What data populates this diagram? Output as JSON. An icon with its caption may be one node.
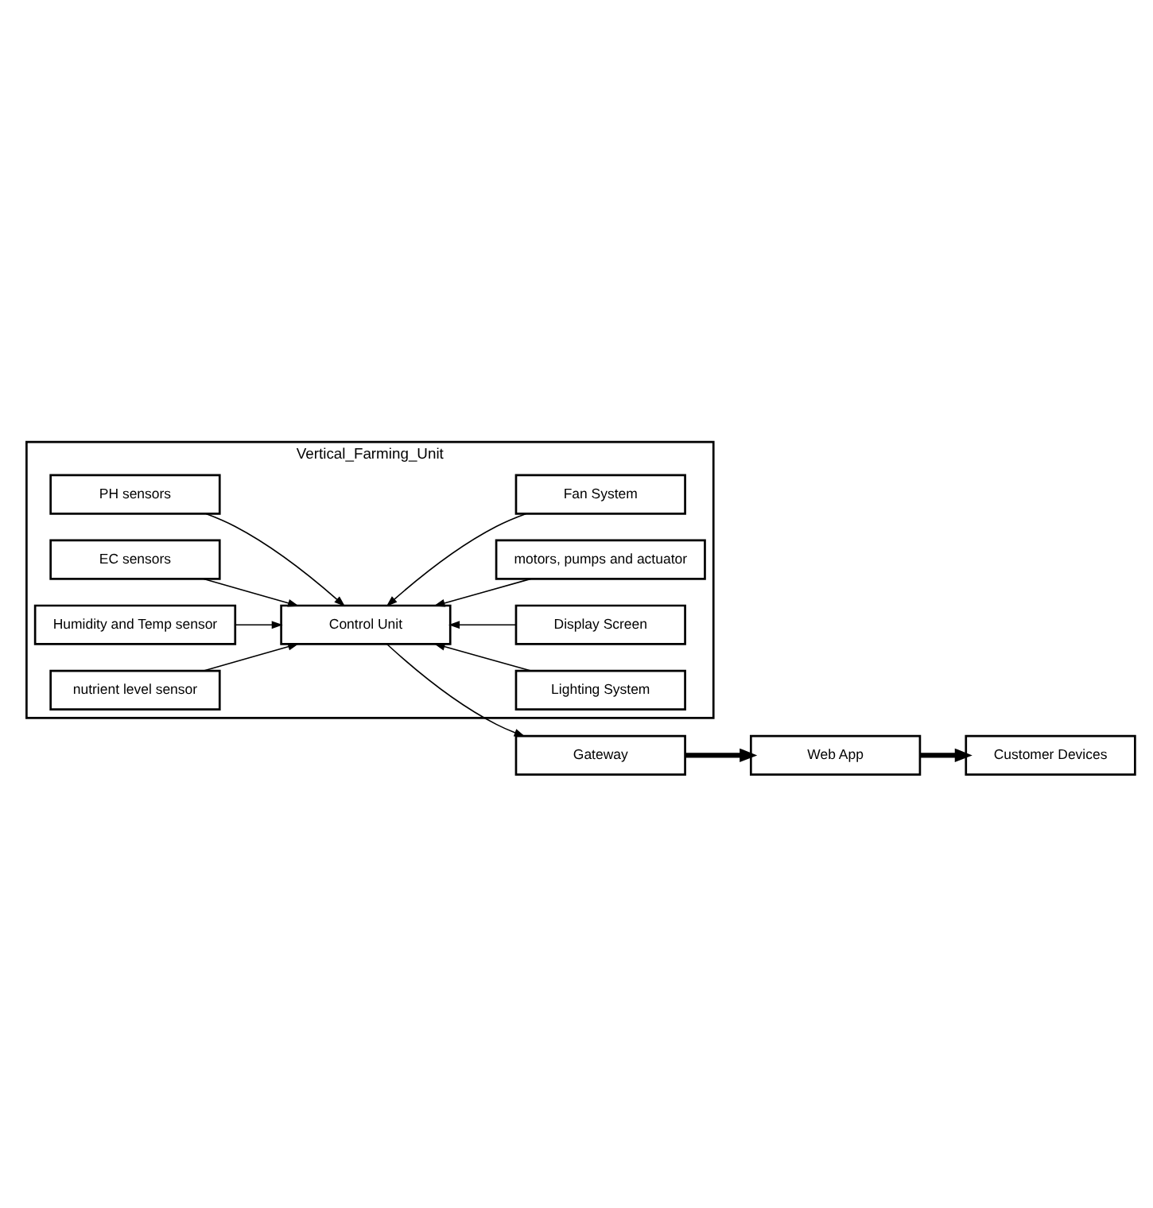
{
  "diagram": {
    "nodes": [
      {
        "text": [
          "Vertical_Farming_Unit"
        ]
      },
      {
        "text": [
          "PH sensors"
        ],
        "in": 0
      },
      {
        "text": [
          "EC sensors"
        ],
        "in": 0
      },
      {
        "text": [
          "Humidity and Temp sensor"
        ],
        "in": 0
      },
      {
        "text": [
          "nutrient level sensor"
        ],
        "in": 0
      },
      {
        "text": [
          "Control Unit"
        ],
        "in": 0
      },
      {
        "text": [
          "Lighting System"
        ],
        "in": 0
      },
      {
        "text": [
          "Display Screen"
        ],
        "in": 0
      },
      {
        "text": [
          "motors, pumps and actuator"
        ],
        "in": 0
      },
      {
        "text": [
          "Fan System"
        ],
        "in": 0
      },
      {
        "text": [
          "Gateway"
        ]
      },
      {
        "text": [
          "Web App"
        ]
      },
      {
        "text": [
          "Customer Devices"
        ]
      }
    ],
    "edges": [
      {
        "from": 1,
        "to": 5,
        "arrow": "to"
      },
      {
        "from": 2,
        "to": 5,
        "arrow": "to"
      },
      {
        "from": 3,
        "to": 5,
        "arrow": "to"
      },
      {
        "from": 4,
        "to": 5,
        "arrow": "to"
      },
      {
        "from": 6,
        "to": 5,
        "arrow": "to"
      },
      {
        "from": 7,
        "to": 5,
        "arrow": "to"
      },
      {
        "from": 8,
        "to": 5,
        "arrow": "to"
      },
      {
        "from": 9,
        "to": 5,
        "arrow": "to"
      },
      {
        "from": 5,
        "to": 10,
        "arrow": "to"
      },
      {
        "from": 10,
        "to": 11,
        "arrow": "to",
        "style": "thick"
      },
      {
        "from": 11,
        "to": 12,
        "arrow": "to",
        "style": "thick"
      }
    ]
  }
}
